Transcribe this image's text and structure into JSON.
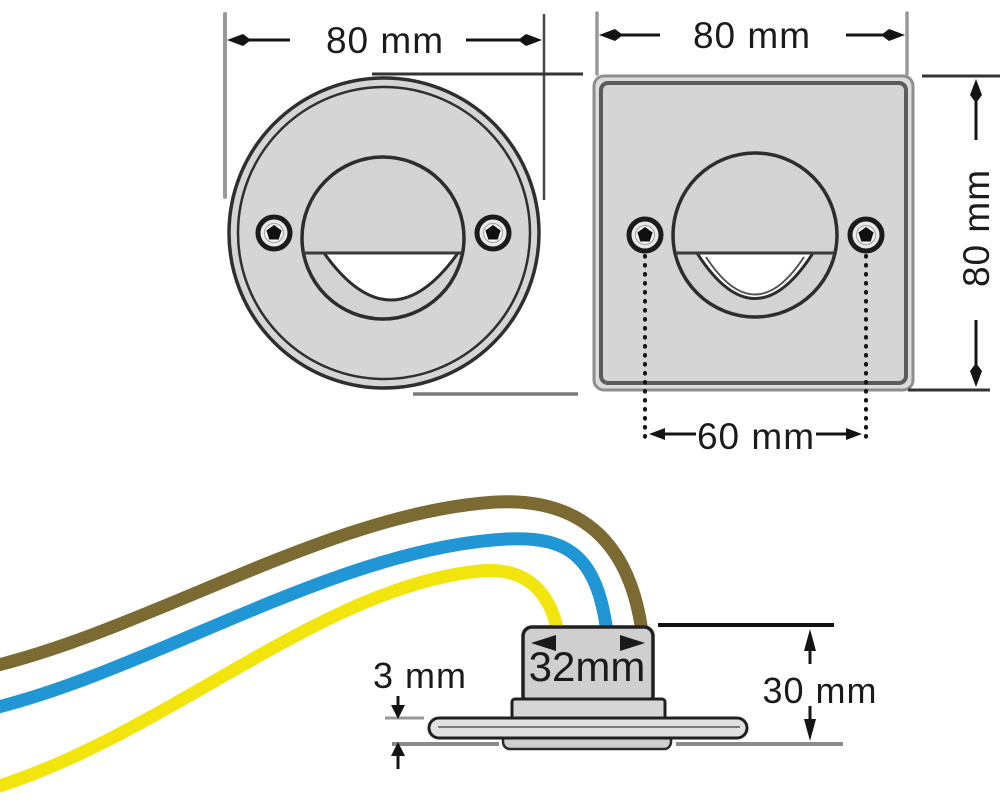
{
  "labels": {
    "round_plate_width": "80 mm",
    "square_plate_width": "80 mm",
    "square_plate_height": "80 mm",
    "screw_spacing": "60 mm",
    "housing_width": "32mm",
    "flange_thickness": "3 mm",
    "housing_depth": "30 mm"
  },
  "colors": {
    "plate_fill": "#d5d5d5",
    "plate_fill_light": "#dcdcdc",
    "white_window": "#ffffff",
    "outline_dark": "#2d2d2d",
    "dim_black": "#141414",
    "extension_gray": "#999999",
    "wall_gray": "#8a8a8a",
    "wire_brown": "#7b6b33",
    "wire_blue": "#2196d4",
    "wire_yellow": "#f2e50e",
    "screw_dark": "#161616"
  }
}
